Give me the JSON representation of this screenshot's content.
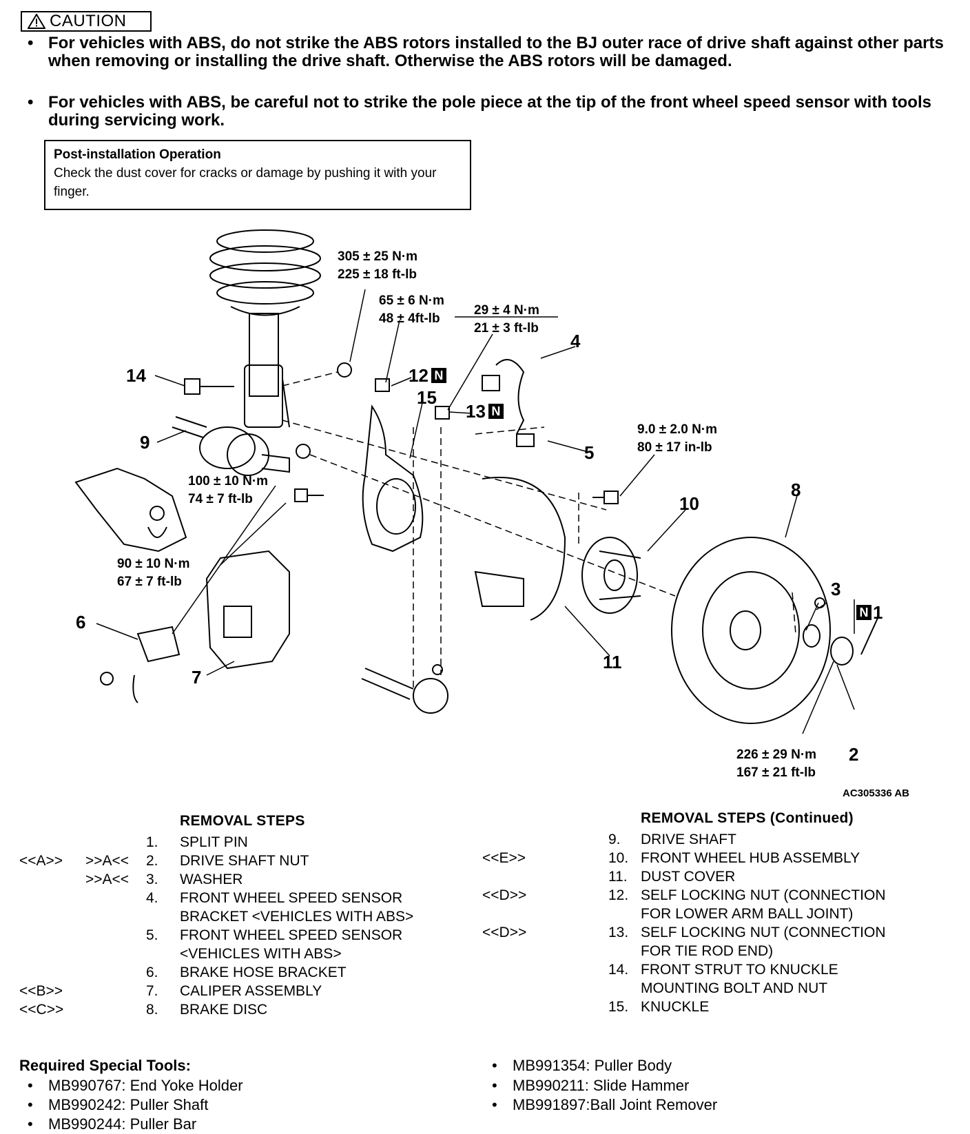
{
  "caution": {
    "title": "CAUTION",
    "items": [
      "For vehicles with ABS, do not strike the ABS rotors installed to the BJ outer race of drive shaft against other parts when removing or installing the drive shaft. Otherwise the ABS rotors will be damaged.",
      "For vehicles with ABS, be careful not to strike the pole piece at the tip of the front wheel speed sensor with tools during servicing work."
    ]
  },
  "post_installation": {
    "title": "Post-installation Operation",
    "text": "Check the dust cover for cracks or damage by pushing it with your finger."
  },
  "diagram": {
    "torques": [
      [
        "305 ± 25 N·m",
        "225 ± 18 ft-lb"
      ],
      [
        "65 ± 6 N·m",
        "48 ± 4ft-lb"
      ],
      [
        "29 ± 4 N·m",
        "21 ± 3 ft-lb"
      ],
      [
        "9.0 ± 2.0 N·m",
        "80 ± 17 in-lb"
      ],
      [
        "100 ± 10 N·m",
        "74 ± 7 ft-lb"
      ],
      [
        "90 ± 10 N·m",
        "67 ± 7 ft-lb"
      ],
      [
        "226 ± 29 N·m",
        "167 ± 21 ft-lb"
      ]
    ],
    "numbers": [
      "14",
      "9",
      "12",
      "15",
      "13",
      "4",
      "5",
      "10",
      "8",
      "3",
      "1",
      "6",
      "7",
      "11",
      "2"
    ],
    "n_mark": "N",
    "figure_code": "AC305336 AB"
  },
  "removal_steps": {
    "heading": "REMOVAL STEPS",
    "heading_continued": "REMOVAL STEPS  (Continued)",
    "left": [
      {
        "code1": "",
        "code2": "",
        "num": "1.",
        "text": [
          "SPLIT PIN"
        ]
      },
      {
        "code1": "<<A>>",
        "code2": ">>A<<",
        "num": "2.",
        "text": [
          "DRIVE SHAFT NUT"
        ]
      },
      {
        "code1": "",
        "code2": ">>A<<",
        "num": "3.",
        "text": [
          "WASHER"
        ]
      },
      {
        "code1": "",
        "code2": "",
        "num": "4.",
        "text": [
          "FRONT WHEEL SPEED SENSOR",
          "BRACKET <VEHICLES WITH ABS>"
        ]
      },
      {
        "code1": "",
        "code2": "",
        "num": "5.",
        "text": [
          "FRONT WHEEL SPEED SENSOR",
          "<VEHICLES WITH ABS>"
        ]
      },
      {
        "code1": "",
        "code2": "",
        "num": "6.",
        "text": [
          "BRAKE HOSE BRACKET"
        ]
      },
      {
        "code1": "<<B>>",
        "code2": "",
        "num": "7.",
        "text": [
          "CALIPER ASSEMBLY"
        ]
      },
      {
        "code1": "<<C>>",
        "code2": "",
        "num": "8.",
        "text": [
          "BRAKE DISC"
        ]
      }
    ],
    "right": [
      {
        "code1": "",
        "num": "9.",
        "text": [
          "DRIVE SHAFT"
        ]
      },
      {
        "code1": "<<E>>",
        "num": "10.",
        "text": [
          "FRONT WHEEL HUB ASSEMBLY"
        ]
      },
      {
        "code1": "",
        "num": "11.",
        "text": [
          "DUST COVER"
        ]
      },
      {
        "code1": "<<D>>",
        "num": "12.",
        "text": [
          "SELF LOCKING NUT (CONNECTION",
          "FOR LOWER ARM BALL JOINT)"
        ]
      },
      {
        "code1": "<<D>>",
        "num": "13.",
        "text": [
          "SELF LOCKING NUT (CONNECTION",
          "FOR TIE ROD END)"
        ]
      },
      {
        "code1": "",
        "num": "14.",
        "text": [
          "FRONT STRUT TO KNUCKLE",
          "MOUNTING BOLT AND NUT"
        ]
      },
      {
        "code1": "",
        "num": "15.",
        "text": [
          "KNUCKLE"
        ]
      }
    ]
  },
  "tools": {
    "heading": "Required Special Tools:",
    "left": [
      "MB990767: End Yoke Holder",
      "MB990242: Puller Shaft",
      "MB990244: Puller Bar"
    ],
    "right": [
      "MB991354: Puller Body",
      "MB990211: Slide Hammer",
      "MB991897:Ball Joint Remover"
    ]
  }
}
